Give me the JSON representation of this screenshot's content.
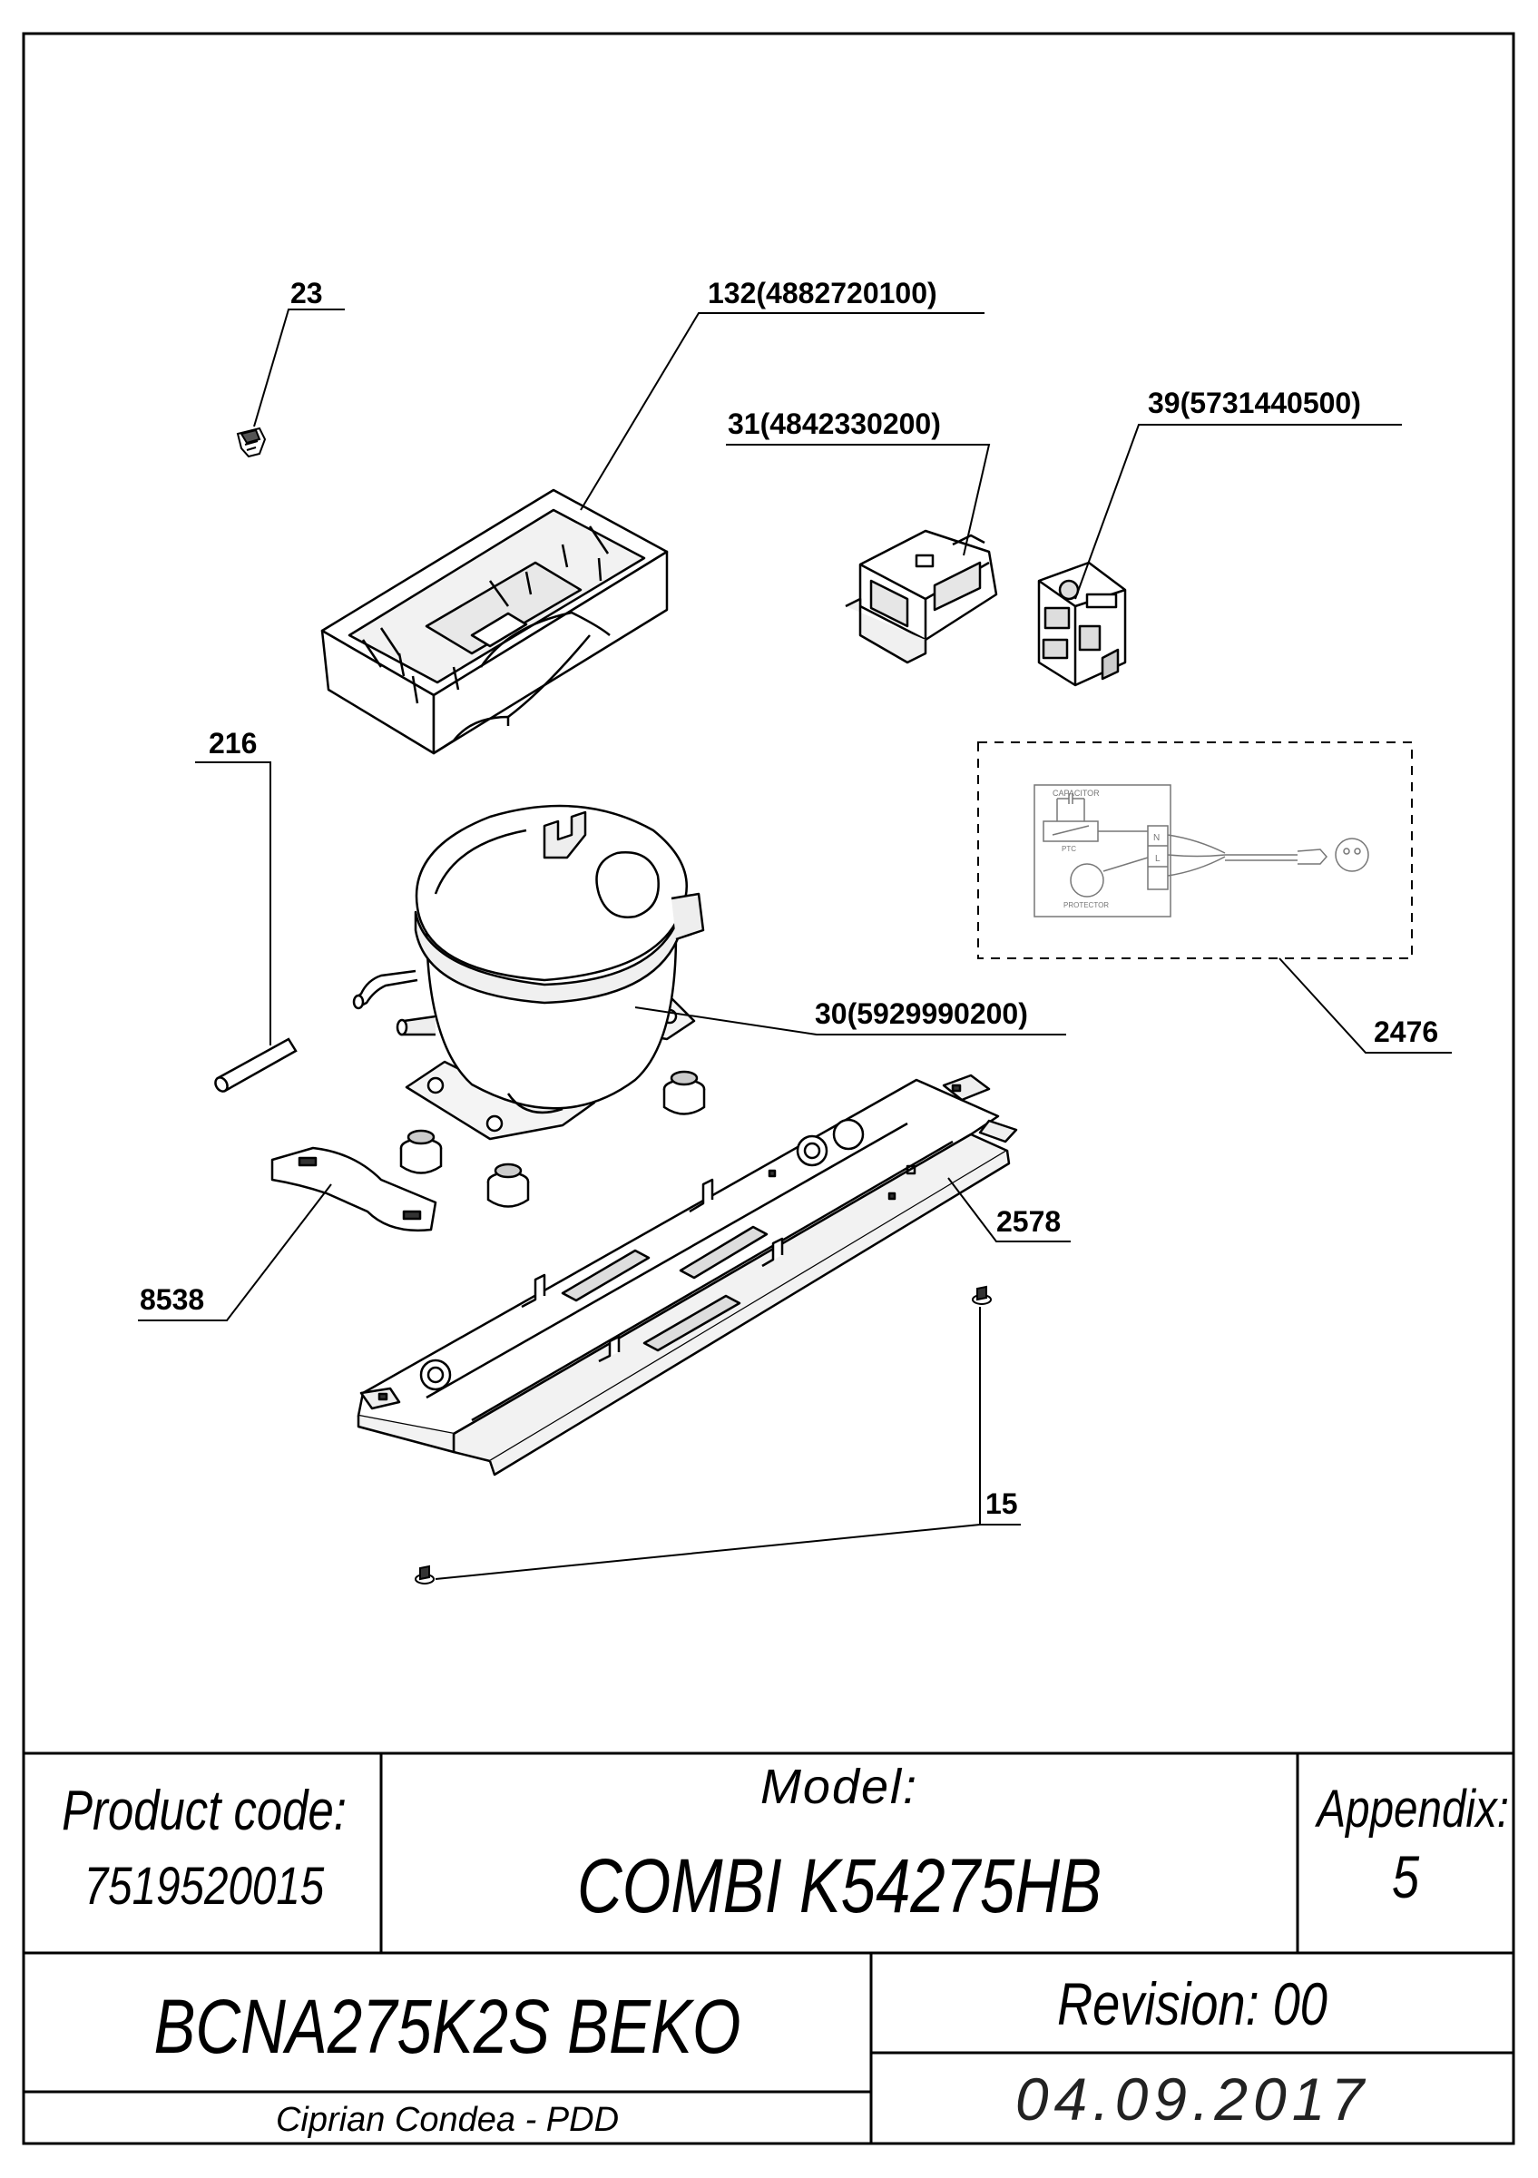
{
  "callouts": {
    "c23": "23",
    "c132": "132(4882720100)",
    "c31": "31(4842330200)",
    "c39": "39(5731440500)",
    "c216": "216",
    "c30": "30(5929990200)",
    "c2476": "2476",
    "c2578": "2578",
    "c8538": "8538",
    "c15": "15"
  },
  "wiring": {
    "capacitor": "CAPACITOR",
    "ptc": "PTC",
    "protector": "PROTECTOR",
    "n": "N",
    "l": "L"
  },
  "title_block": {
    "product_code_label": "Product code:",
    "product_code": "7519520015",
    "model_label": "Model:",
    "model": "COMBI K54275HB",
    "appendix_label": "Appendix:",
    "appendix": "5",
    "product_name": "BCNA275K2S BEKO",
    "revision": "Revision: 00",
    "author": "Ciprian Condea - PDD",
    "date": "04.09.2017"
  }
}
